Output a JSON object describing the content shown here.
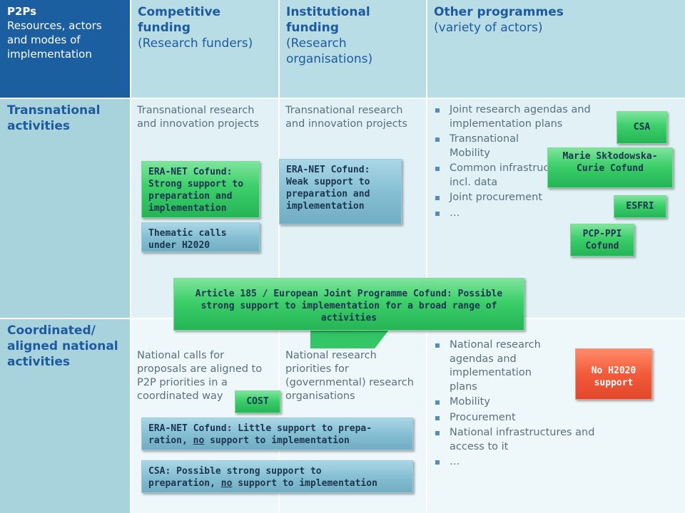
{
  "header": {
    "corner": {
      "title": "P2Ps",
      "subtitle": "Resources, actors and modes of implementation"
    },
    "col1": {
      "title": "Competitive funding",
      "subtitle": "(Research funders)"
    },
    "col2": {
      "title": "Institutional funding",
      "subtitle": "(Research organisations)"
    },
    "col3": {
      "title": "Other programmes",
      "subtitle": "(variety of actors)"
    }
  },
  "rows": {
    "transnational": {
      "label": "Transnational activities",
      "col1_text": "Transnational research and innovation projects",
      "col2_text": "Transnational research and innovation projects",
      "col3_items": [
        "Joint research agendas and implementation plans",
        "Transnational Mobility",
        "Common infrastructures incl. data",
        "Joint procurement",
        "…"
      ]
    },
    "coordinated": {
      "label": "Coordinated/ aligned national activities",
      "col1_text": "National calls for proposals are aligned to P2P priorities in a coordinated way",
      "col2_text": "National research priorities for (governmental) research organisations",
      "col3_items": [
        "National research agendas and implementation plans",
        "Mobility",
        "Procurement",
        "National infrastructures and access to it",
        "…"
      ]
    }
  },
  "boxes": {
    "eranet_strong": "ERA-NET Cofund: Strong support to preparation and implementation",
    "thematic_calls": "Thematic calls under H2020",
    "eranet_weak": "ERA-NET Cofund: Weak support to preparation and implementation",
    "csa_top": "CSA",
    "msc": "Marie Skłodowska-Curie Cofund",
    "esfri": "ESFRI",
    "pcp": "PCP-PPI Cofund",
    "article185": "Article 185 / European Joint Programme Cofund: Possible strong support to implementation for a broad range of activities",
    "no_h2020": "No H2020 support",
    "cost": "COST",
    "eranet_little_a": "ERA-NET Cofund: Little support to prepa-",
    "eranet_little_b": "ration, ",
    "eranet_little_no": "no",
    "eranet_little_c": " support to implementation",
    "csa_bottom_a": "CSA: Possible strong support to",
    "csa_bottom_b": "preparation, ",
    "csa_bottom_no": "no",
    "csa_bottom_c": " support to implementation"
  },
  "colors": {
    "header_dark": "#1b5fa0",
    "header_light": "#b9dde4",
    "green_box": "#3ccf6a",
    "blue_box": "#86bfd3",
    "red_box": "#f25b3a"
  }
}
